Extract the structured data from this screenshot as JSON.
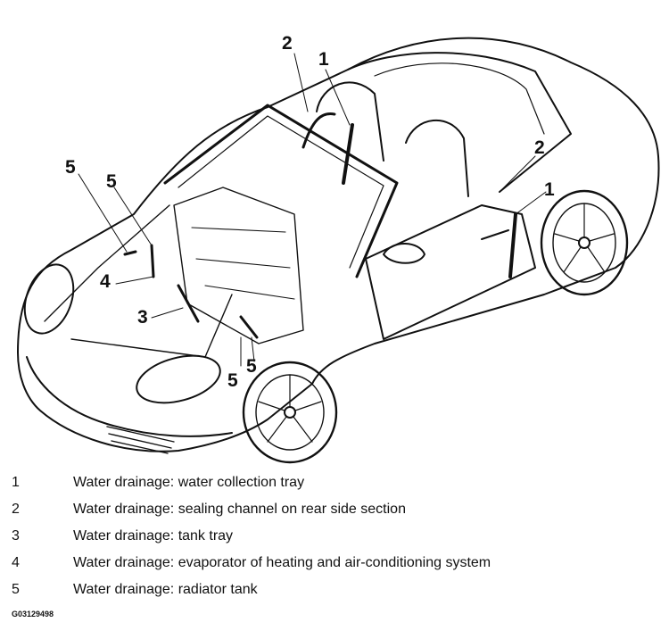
{
  "callouts": [
    "2",
    "1",
    "2",
    "1",
    "5",
    "5",
    "4",
    "3",
    "5",
    "5"
  ],
  "legend": [
    {
      "number": "1",
      "text": "Water drainage: water collection tray"
    },
    {
      "number": "2",
      "text": "Water drainage: sealing channel on rear side section"
    },
    {
      "number": "3",
      "text": "Water drainage: tank tray"
    },
    {
      "number": "4",
      "text": "Water drainage: evaporator of heating and air-conditioning system"
    },
    {
      "number": "5",
      "text": "Water drainage: radiator tank"
    }
  ],
  "figure_id": "G03129498"
}
